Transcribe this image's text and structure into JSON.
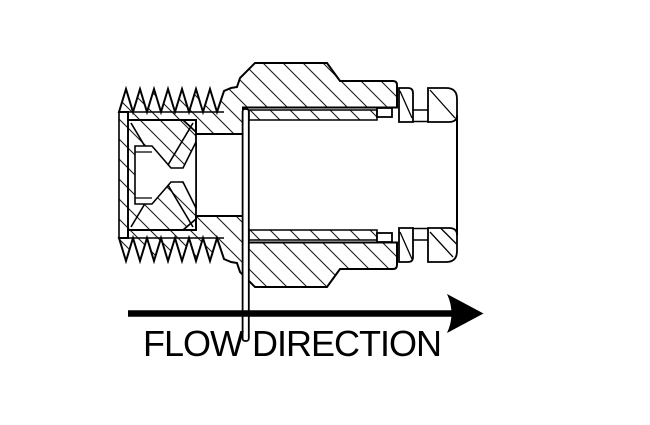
{
  "diagram": {
    "label": "FLOW DIRECTION",
    "arrow": {
      "icon": "right-arrow",
      "direction": "right"
    },
    "colors": {
      "line": "#000000",
      "background": "#ffffff"
    }
  }
}
